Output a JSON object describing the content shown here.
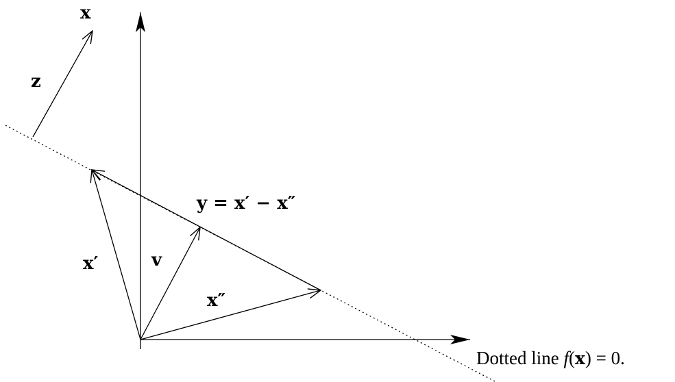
{
  "diagram": {
    "labels": {
      "x": "x",
      "z": "z",
      "y_eq": "y = x′ − x″",
      "x_prime": "x′",
      "v": "v",
      "x_double_prime": "x″"
    },
    "caption": {
      "prefix": "Dotted line ",
      "f": "f",
      "open": "(",
      "arg": "x",
      "close": ") = 0."
    }
  }
}
